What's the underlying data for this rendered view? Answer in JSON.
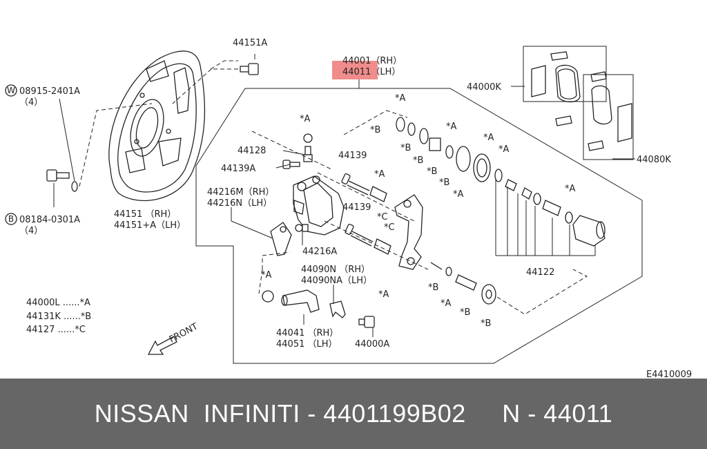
{
  "labels": {
    "l44151A": "44151A",
    "l44001": "44001（RH）",
    "l44011": "44011（LH）",
    "l44000K": "44000K",
    "l44080K": "44080K",
    "lW08915": "08915-2401A",
    "lW08915q": "（4）",
    "lB08184": "08184-0301A",
    "lB08184q": "（4）",
    "l44151": "44151 （RH）",
    "l44151A2": "44151+A（LH）",
    "l44128": "44128",
    "l44139A": "44139A",
    "l44139a": "44139",
    "l44139b": "44139",
    "l44216M": "44216M（RH）",
    "l44216N": "44216N（LH）",
    "l44216A": "44216A",
    "l44090N": "44090N （RH）",
    "l44090NA": "44090NA（LH）",
    "l44041": "44041 （RH）",
    "l44051": "44051 （LH）",
    "l44000A": "44000A",
    "l44122": "44122",
    "legend1": "44000L ......*A",
    "legend2": "44131K ......*B",
    "legend3": "44127  ......*C",
    "front": "FRONT",
    "code": "E4410009",
    "circleW": "W",
    "circleB": "B"
  },
  "marks": {
    "a": "*A",
    "b": "*B",
    "c": "*C"
  },
  "highlight_color": "#f08c8c",
  "footer": {
    "text": "NISSAN  INFINITI - 4401199B02     N - 44011"
  }
}
